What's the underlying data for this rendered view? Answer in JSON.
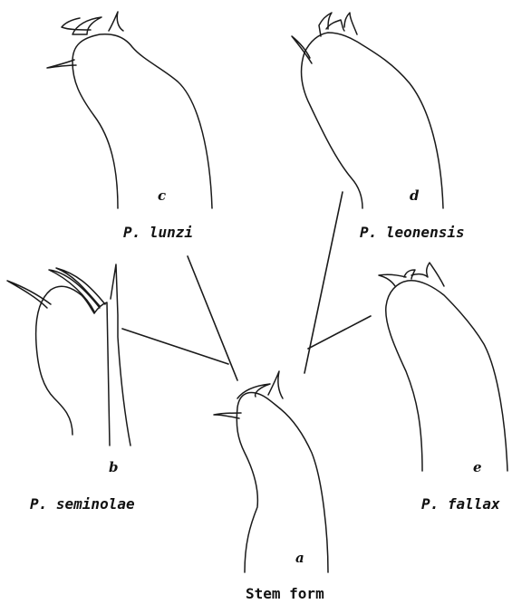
{
  "figure": {
    "panels": [
      {
        "id": "c",
        "letter": "c",
        "species": "P. lunzi"
      },
      {
        "id": "d",
        "letter": "d",
        "species": "P. leonensis"
      },
      {
        "id": "b",
        "letter": "b",
        "species": "P. seminolae"
      },
      {
        "id": "e",
        "letter": "e",
        "species": "P. fallax"
      },
      {
        "id": "a",
        "letter": "a",
        "species": "Stem form"
      }
    ]
  }
}
